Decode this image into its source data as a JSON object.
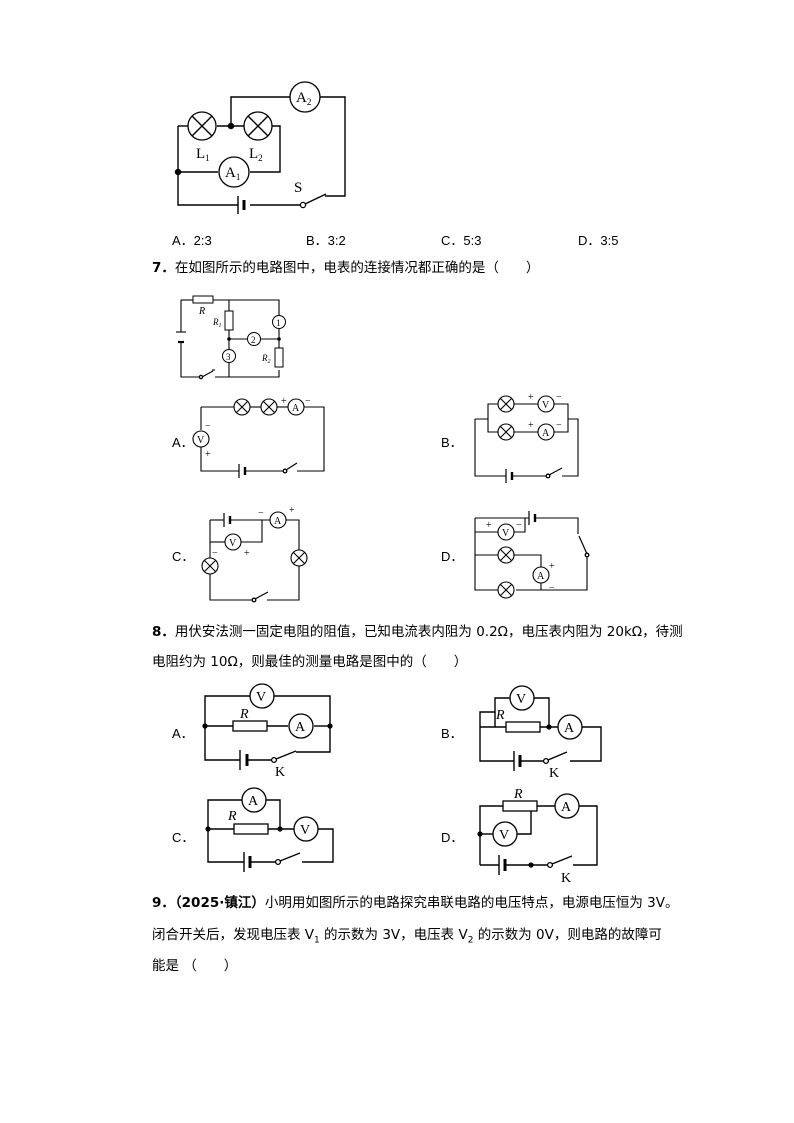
{
  "q6": {
    "figure": {
      "lamp1": "L",
      "lamp1_sub": "1",
      "lamp2": "L",
      "lamp2_sub": "2",
      "ammeter1": "A",
      "ammeter1_sub": "1",
      "ammeter2": "A",
      "ammeter2_sub": "2",
      "switch": "S"
    },
    "options": [
      "A．2:3",
      "B．3:2",
      "C．5:3",
      "D．3:5"
    ]
  },
  "q7": {
    "number": "7．",
    "text": "在如图所示的电路图中，电表的连接情况都正确的是（　　）",
    "main_figure": {
      "R": "R",
      "R1": "R",
      "R1_sub": "1",
      "R2": "R",
      "R2_sub": "2",
      "meter1": "1",
      "meter2": "2",
      "meter3": "3"
    },
    "options": [
      "A．",
      "B．",
      "C．",
      "D．"
    ],
    "meter_V": "V",
    "meter_A": "A",
    "plus": "+",
    "minus": "−"
  },
  "q8": {
    "number": "8．",
    "line1": "用伏安法测一固定电阻的阻值，已知电流表内阻为 0.2Ω，电压表内阻为 20kΩ，待测",
    "line2": "电阻约为 10Ω，则最佳的测量电路是图中的（　　）",
    "options": [
      "A．",
      "B．",
      "C．",
      "D．"
    ],
    "R": "R",
    "K": "K",
    "V": "V",
    "A": "A"
  },
  "q9": {
    "number": "9．",
    "source": "（2025·镇江）",
    "line1": "小明用如图所示的电路探究串联电路的电压特点，电源电压恒为 3V。",
    "line2_a": "闭合开关后，发现电压表 V",
    "line2_sub1": "1",
    "line2_b": " 的示数为 3V，电压表 V",
    "line2_sub2": "2",
    "line2_c": " 的示数为 0V，则电路的故障可",
    "line3": "能是 （　　）"
  }
}
